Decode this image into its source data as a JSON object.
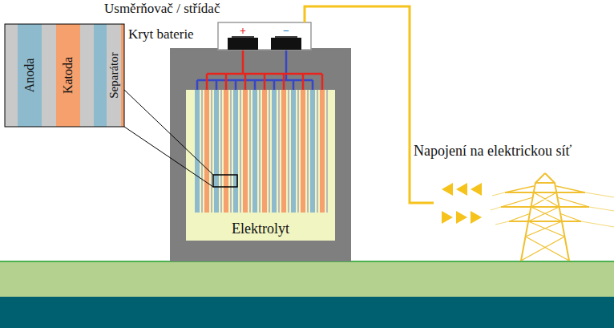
{
  "diagram": {
    "nodes": [
      {
        "text": [
          "Kryt baterie"
        ]
      },
      {
        "text": [
          "Elektrolyt"
        ],
        "in": 0
      },
      {
        "text": [
          "Anoda"
        ]
      },
      {
        "text": [
          "Katoda"
        ]
      },
      {
        "text": [
          "Separátor"
        ]
      }
    ],
    "labels": [
      "Usměrňovač / střídač",
      "Napojení na elektrickou síť",
      "+",
      "−"
    ]
  }
}
